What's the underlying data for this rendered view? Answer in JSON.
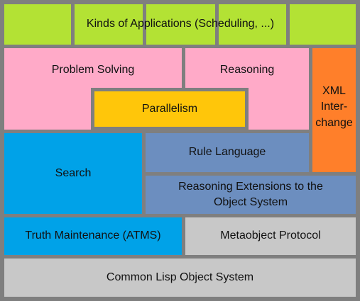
{
  "colors": {
    "frame": "#7f7f7f",
    "applications": "#b3e234",
    "problem_solving": "#ffaac8",
    "parallelism": "#ffc60a",
    "xml": "#ff7f2a",
    "search": "#00a2e8",
    "rule_language": "#6c8ebf",
    "object_system": "#c8c8c8"
  },
  "layers": {
    "applications": "Kinds of Applications (Scheduling, ...)",
    "problem_solving": "Problem Solving",
    "reasoning": "Reasoning",
    "parallelism": "Parallelism",
    "xml": "XML\nInter-\nchange",
    "search": "Search",
    "rule_language": "Rule Language",
    "reasoning_extensions": "Reasoning Extensions to the\nObject System",
    "truth_maintenance": "Truth Maintenance (ATMS)",
    "metaobject_protocol": "Metaobject Protocol",
    "clos": "Common Lisp Object System"
  }
}
